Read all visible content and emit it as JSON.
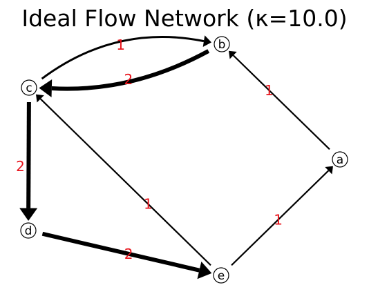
{
  "title": "Ideal Flow Network (κ=10.0)",
  "colors": {
    "edge": "#000000",
    "edge_label": "#e8141c",
    "node_fill": "#ffffff",
    "node_stroke": "#000000"
  },
  "nodes": [
    {
      "id": "a",
      "label": "a"
    },
    {
      "id": "b",
      "label": "b"
    },
    {
      "id": "c",
      "label": "c"
    },
    {
      "id": "d",
      "label": "d"
    },
    {
      "id": "e",
      "label": "e"
    }
  ],
  "edges": [
    {
      "from": "a",
      "to": "b",
      "weight": "1"
    },
    {
      "from": "b",
      "to": "c",
      "weight": "2"
    },
    {
      "from": "c",
      "to": "b",
      "weight": "1"
    },
    {
      "from": "c",
      "to": "d",
      "weight": "2"
    },
    {
      "from": "d",
      "to": "e",
      "weight": "2"
    },
    {
      "from": "e",
      "to": "a",
      "weight": "1"
    },
    {
      "from": "e",
      "to": "c",
      "weight": "1"
    }
  ]
}
